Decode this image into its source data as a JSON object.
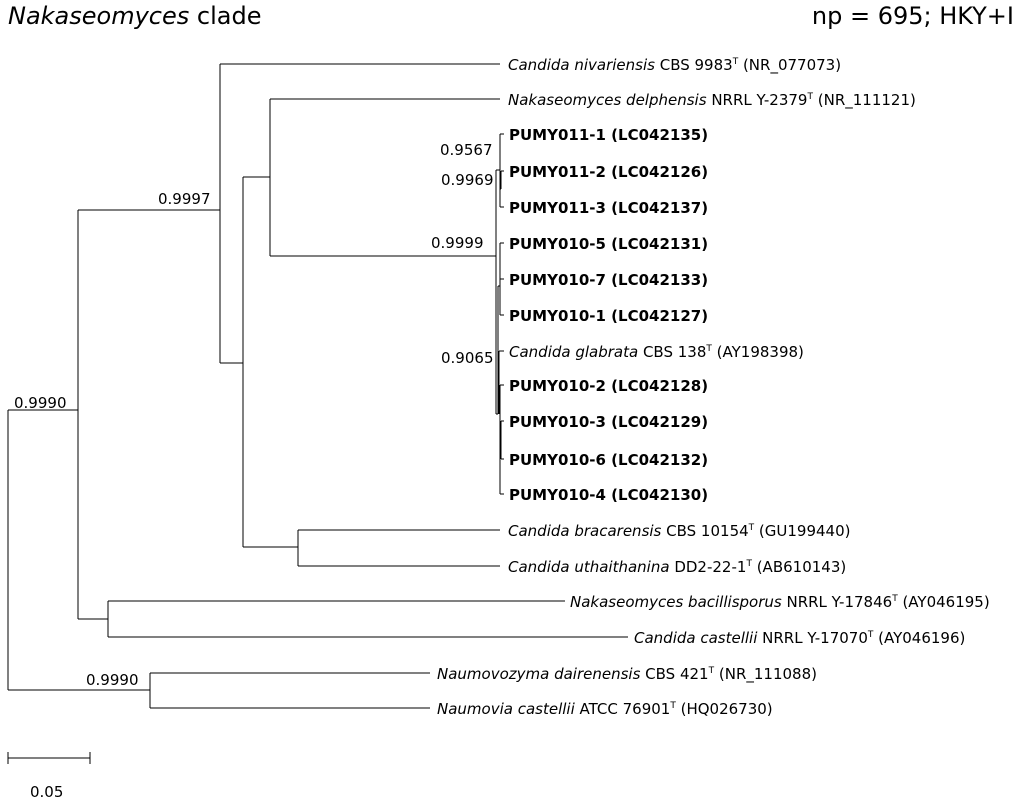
{
  "header": {
    "title_italic": "Nakaseomyces",
    "title_rest": " clade",
    "model_note": "np = 695; HKY+I"
  },
  "scale_bar": {
    "label": "0.05"
  },
  "taxa": [
    {
      "id": "nivariensis",
      "italic": "Candida nivariensis",
      "strain": " CBS 9983",
      "type_strain": true,
      "accession": " (NR_077073)",
      "bold": false
    },
    {
      "id": "delphensis",
      "italic": "Nakaseomyces delphensis",
      "strain": " NRRL Y-2379",
      "type_strain": true,
      "accession": " (NR_111121)",
      "bold": false
    },
    {
      "id": "pumy011-1",
      "label": "PUMY011-1 (LC042135)",
      "bold": true
    },
    {
      "id": "pumy011-2",
      "label": "PUMY011-2 (LC042126)",
      "bold": true
    },
    {
      "id": "pumy011-3",
      "label": "PUMY011-3 (LC042137)",
      "bold": true
    },
    {
      "id": "pumy010-5",
      "label": "PUMY010-5 (LC042131)",
      "bold": true
    },
    {
      "id": "pumy010-7",
      "label": "PUMY010-7 (LC042133)",
      "bold": true
    },
    {
      "id": "pumy010-1",
      "label": "PUMY010-1 (LC042127)",
      "bold": true
    },
    {
      "id": "glabrata",
      "italic": "Candida glabrata",
      "strain": " CBS 138",
      "type_strain": true,
      "accession": " (AY198398)",
      "bold": false
    },
    {
      "id": "pumy010-2",
      "label": "PUMY010-2 (LC042128)",
      "bold": true
    },
    {
      "id": "pumy010-3",
      "label": "PUMY010-3 (LC042129)",
      "bold": true
    },
    {
      "id": "pumy010-6",
      "label": "PUMY010-6 (LC042132)",
      "bold": true
    },
    {
      "id": "pumy010-4",
      "label": "PUMY010-4 (LC042130)",
      "bold": true
    },
    {
      "id": "bracarensis",
      "italic": "Candida bracarensis",
      "strain": " CBS 10154",
      "type_strain": true,
      "accession": " (GU199440)",
      "bold": false
    },
    {
      "id": "uthaithanina",
      "italic": "Candida uthaithanina",
      "strain": " DD2-22-1",
      "type_strain": true,
      "accession": " (AB610143)",
      "bold": false
    },
    {
      "id": "bacillisporus",
      "italic": "Nakaseomyces bacillisporus",
      "strain": " NRRL Y-17846",
      "type_strain": true,
      "accession": " (AY046195)",
      "bold": false
    },
    {
      "id": "castellii",
      "italic": "Candida castellii",
      "strain": " NRRL Y-17070",
      "type_strain": true,
      "accession": " (AY046196)",
      "bold": false
    },
    {
      "id": "dairenensis",
      "italic": "Naumovozyma dairenensis",
      "strain": " CBS 421",
      "type_strain": true,
      "accession": " (NR_111088)",
      "bold": false
    },
    {
      "id": "naumovia",
      "italic": "Naumovia castellii",
      "strain": " ATCC 76901",
      "type_strain": true,
      "accession": " (HQ026730)",
      "bold": false
    }
  ],
  "type_strain_mark": "T",
  "support_values": [
    {
      "id": "s-root",
      "value": "0.9990"
    },
    {
      "id": "s-main",
      "value": "0.9997"
    },
    {
      "id": "s-pumy011",
      "value": "0.9567"
    },
    {
      "id": "s-pumy011-inner",
      "value": "0.9969"
    },
    {
      "id": "s-glabrata-clade",
      "value": "0.9999"
    },
    {
      "id": "s-glabrata-inner",
      "value": "0.9065"
    },
    {
      "id": "s-outgroup",
      "value": "0.9990"
    }
  ]
}
